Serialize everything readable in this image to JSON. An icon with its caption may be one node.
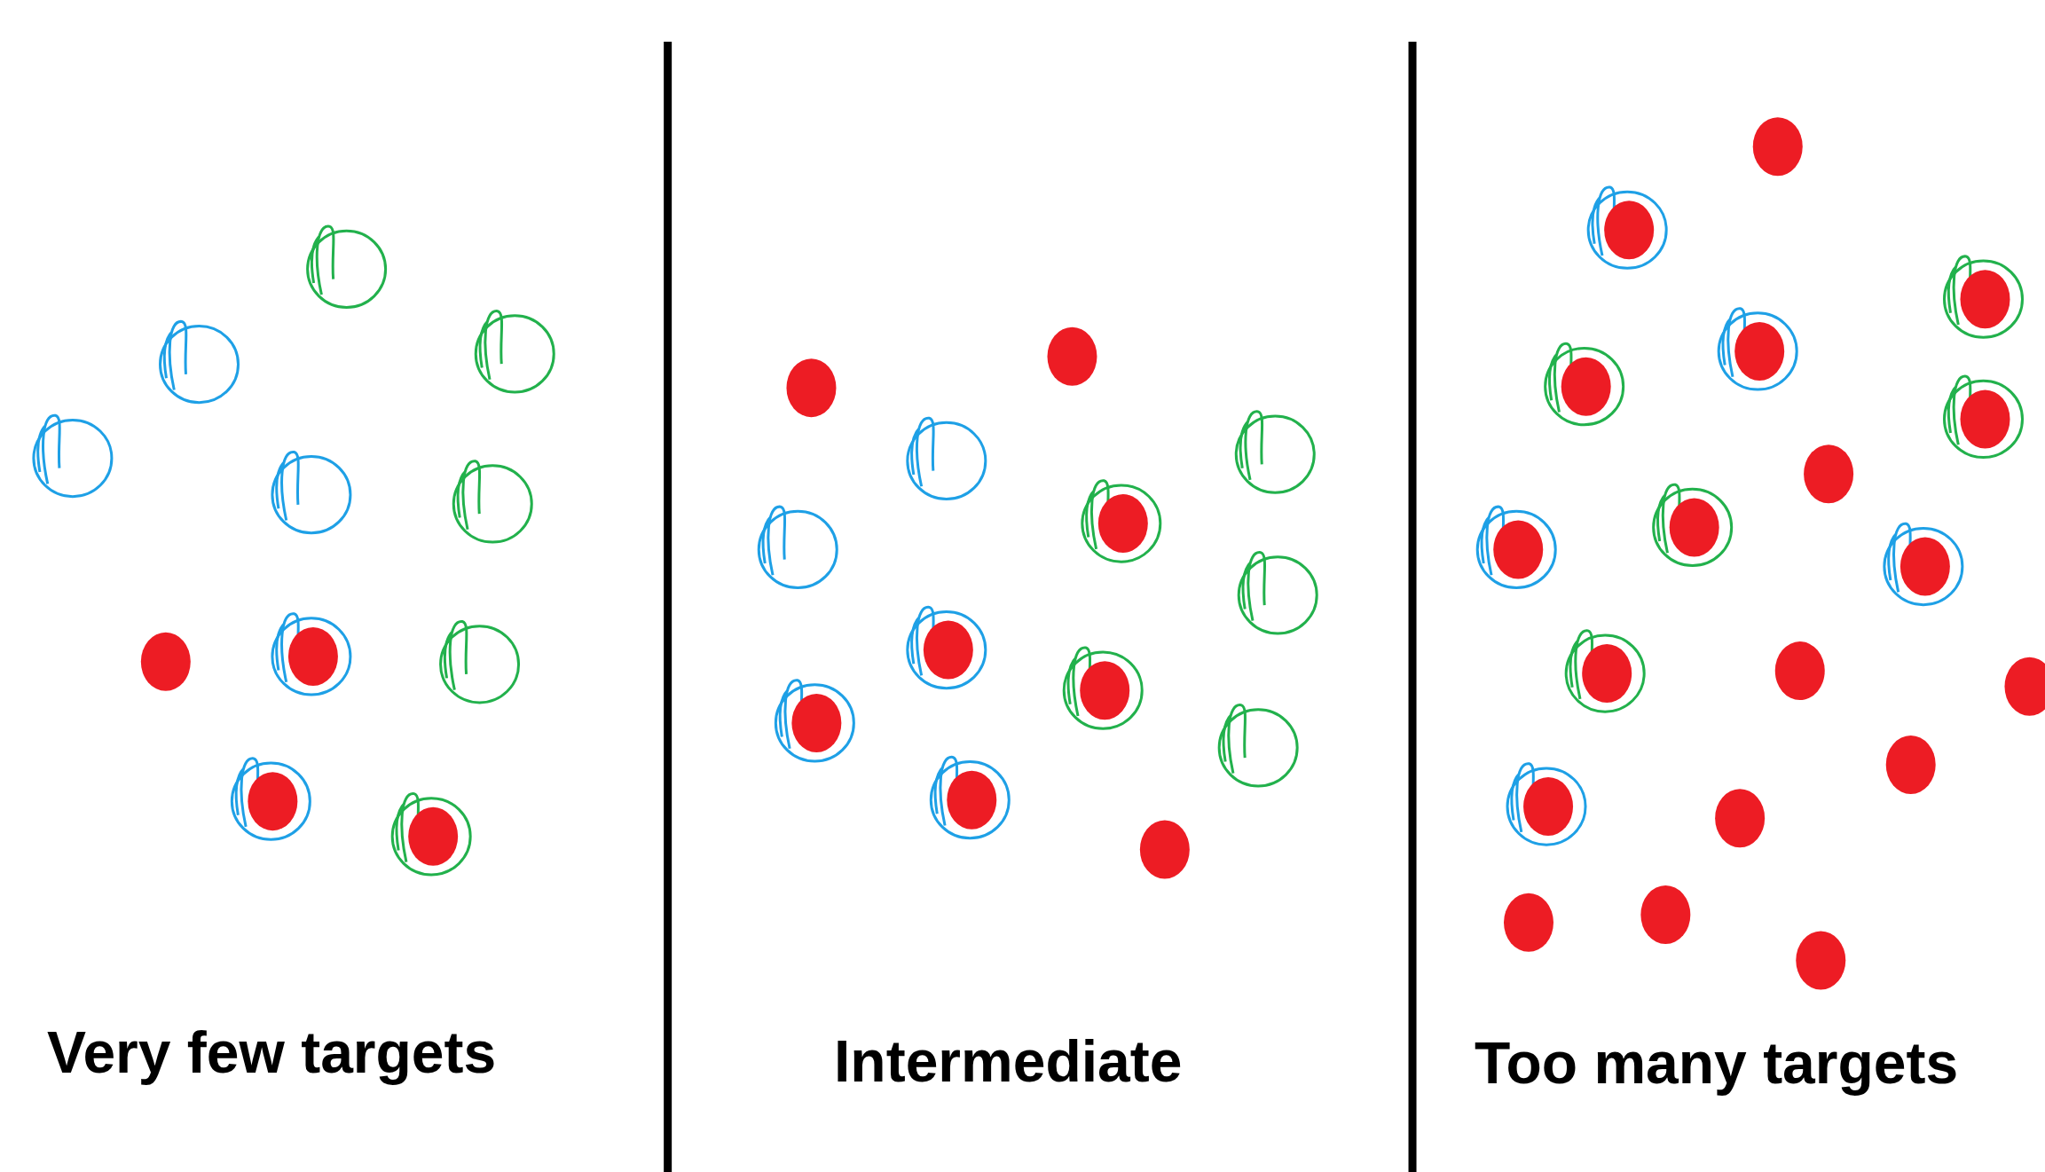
{
  "diagram": {
    "labels": [
      "Very few targets",
      "Intermediate",
      "Too many targets"
    ]
  }
}
